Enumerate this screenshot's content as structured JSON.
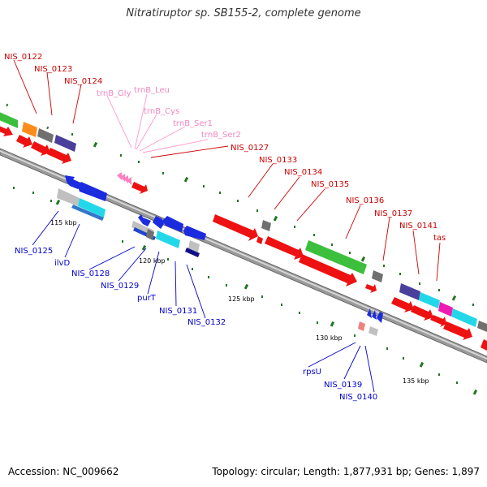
{
  "title": "Nitratiruptor sp. SB155-2, complete genome",
  "footer": {
    "accession": "Accession: NC_009662",
    "summary": "Topology: circular; Length: 1,877,931 bp; Genes: 1,897"
  },
  "ticks": [
    "115 kbp",
    "120 kbp",
    "125 kbp",
    "130 kbp",
    "135 kbp"
  ],
  "labels": {
    "top_red_a": [
      "NIS_0122",
      "NIS_0123",
      "NIS_0124"
    ],
    "trna": [
      "trnB_Gly",
      "trnB_Leu",
      "trnB_Cys",
      "trnB_Ser1",
      "trnB_Ser2"
    ],
    "top_red_b": [
      "NIS_0127",
      "NIS_0133",
      "NIS_0134",
      "NIS_0135",
      "NIS_0136",
      "NIS_0137",
      "NIS_0141",
      "tas"
    ],
    "bottom_blue": [
      "NIS_0125",
      "ilvD",
      "NIS_0128",
      "NIS_0129",
      "purT",
      "NIS_0131",
      "NIS_0132",
      "rpsU",
      "NIS_0139",
      "NIS_0140"
    ]
  },
  "colors": {
    "forward": "#ff0000",
    "reverse": "#0000ff",
    "trna": "#ff80c0",
    "backbone": "#808080",
    "tick_mark": "#006400"
  }
}
